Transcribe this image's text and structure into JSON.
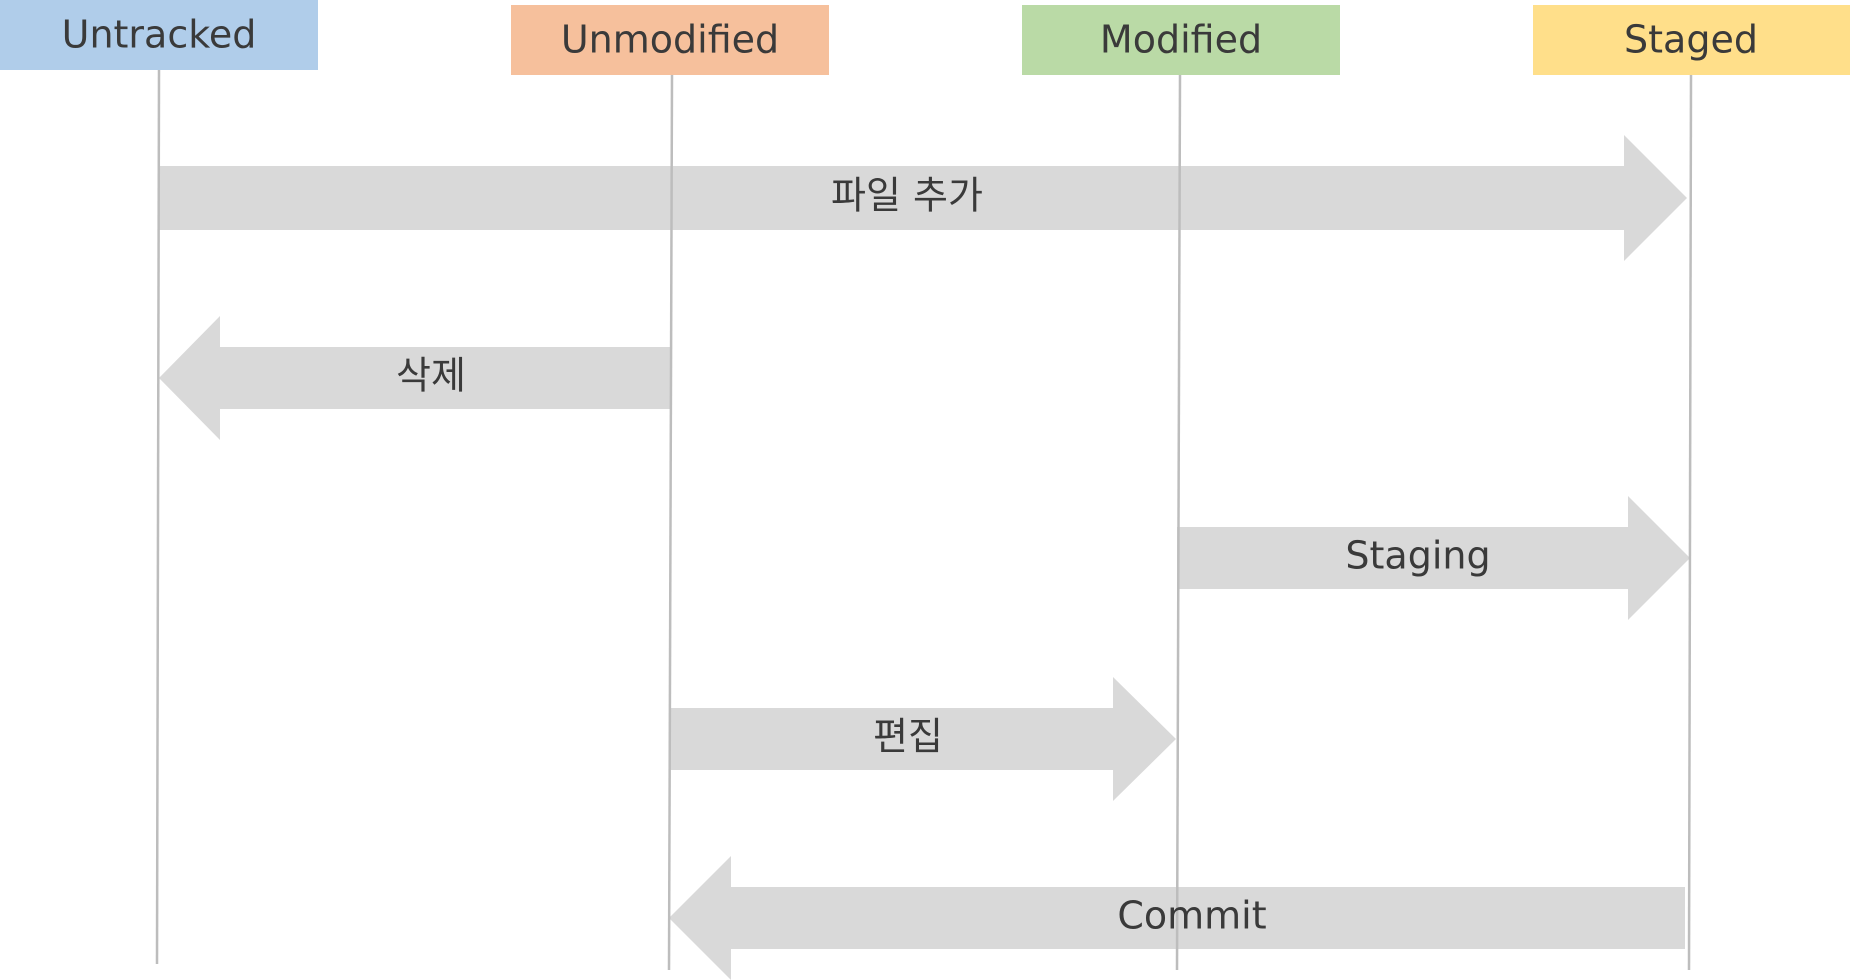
{
  "colors": {
    "untracked": "#b0cdea",
    "unmodified": "#f6c09c",
    "modified": "#badaa6",
    "staged": "#ffdf8a",
    "arrow": "#d9d9d9",
    "lifeline": "#bdbdbd",
    "text": "#3a3a3a"
  },
  "states": {
    "untracked": "Untracked",
    "unmodified": "Unmodified",
    "modified": "Modified",
    "staged": "Staged"
  },
  "transitions": {
    "add_file": {
      "label": "파일 추가",
      "from": "Untracked",
      "to": "Staged"
    },
    "delete": {
      "label": "삭제",
      "from": "Unmodified",
      "to": "Untracked"
    },
    "staging": {
      "label": "Staging",
      "from": "Modified",
      "to": "Staged"
    },
    "edit": {
      "label": "편집",
      "from": "Unmodified",
      "to": "Modified"
    },
    "commit": {
      "label": "Commit",
      "from": "Staged",
      "to": "Unmodified"
    }
  }
}
